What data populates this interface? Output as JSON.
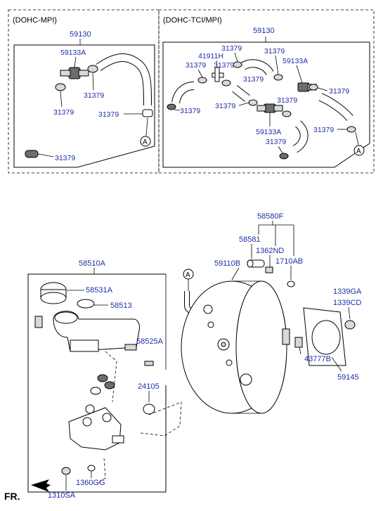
{
  "sections": {
    "mpi_title": "(DOHC-MPI)",
    "tci_title": "(DOHC-TCI/MPI)"
  },
  "mpi": {
    "hose_assembly": "59130",
    "valve": "59133A",
    "clamp_a": "31379",
    "clamp_b": "31379",
    "clamp_c": "31379",
    "clamp_d": "31379",
    "ref": "A"
  },
  "tci": {
    "hose_assembly": "59130",
    "connector": "41911H",
    "clamp_1": "31379",
    "clamp_2": "31379",
    "clamp_3": "31379",
    "valve_1": "59133A",
    "clamp_4": "31379",
    "clamp_5": "31379",
    "clamp_6": "31379",
    "clamp_7": "31379",
    "clamp_8": "31379",
    "valve_2": "59133A",
    "clamp_9": "31379",
    "clamp_10": "31379",
    "ref": "A"
  },
  "booster_group": {
    "rod_kit": "58580F",
    "pin": "58581",
    "nut": "1362ND",
    "booster": "59110B",
    "oring": "1710AB",
    "ref": "A",
    "master_cylinder": "58510A",
    "cap": "58531A",
    "strainer": "58513",
    "bolt": "58525A",
    "seal": "24105",
    "bolt_a": "1339GA",
    "bolt_b": "1339CD",
    "gasket": "59145",
    "check_valve": "43777B",
    "washer": "1360GG",
    "nut_bottom": "1310SA",
    "front": "FR."
  }
}
